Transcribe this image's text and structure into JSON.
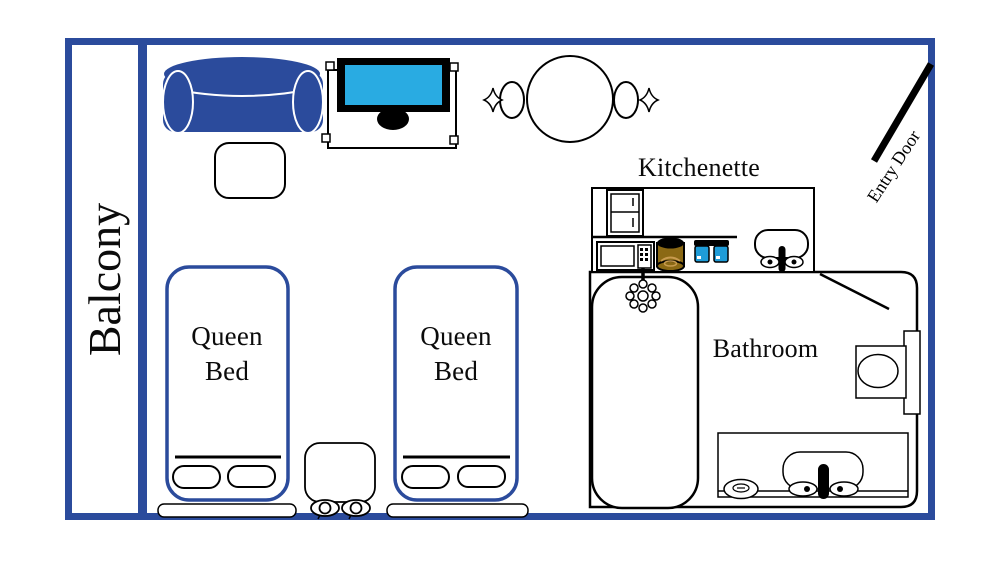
{
  "labels": {
    "balcony": "Balcony",
    "kitchenette": "Kitchenette",
    "bathroom": "Bathroom",
    "entry_door": "Entry Door",
    "bed1": "Queen Bed",
    "bed2": "Queen Bed"
  },
  "colors": {
    "wall": "#2B4B9C",
    "tv-screen": "#29ABE2",
    "mug": "#1E9CD8",
    "coffee": "#8B6914",
    "coffee-accent": "#C89B4E",
    "ink": "#000000"
  }
}
